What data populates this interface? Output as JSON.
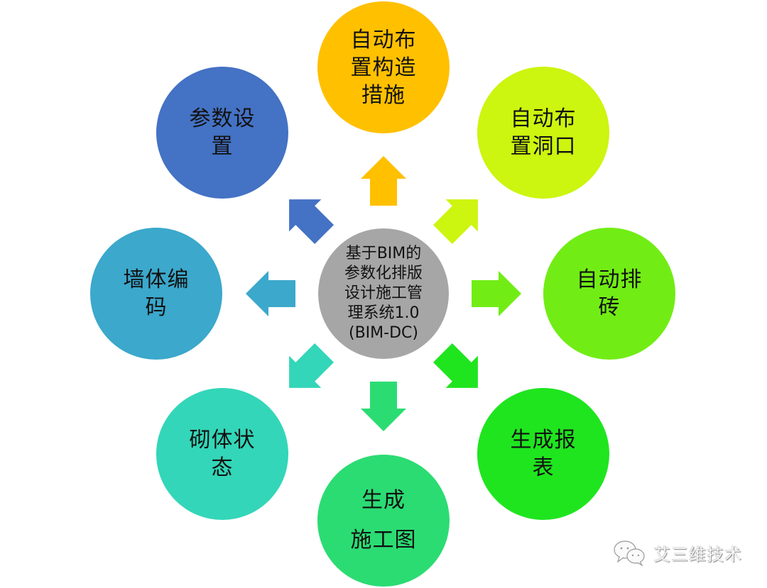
{
  "diagram": {
    "center": {
      "label": "基于BIM的\n参数化排版\n设计施工管\n理系统1.0\n(BIM-DC)",
      "color": "#a6a6a6"
    },
    "nodes": [
      {
        "id": "top",
        "label": "自动布\n置构造\n措施",
        "color": "#ffc000",
        "arrow_color": "#ffc000"
      },
      {
        "id": "top-right",
        "label": "自动布\n置洞口",
        "color": "#ccf50f",
        "arrow_color": "#ccf50f"
      },
      {
        "id": "right",
        "label": "自动排\n砖",
        "color": "#71ed15",
        "arrow_color": "#71ed15"
      },
      {
        "id": "bottom-right",
        "label": "生成报\n表",
        "color": "#1fe51f",
        "arrow_color": "#1fe51f"
      },
      {
        "id": "bottom",
        "label": "生成\n施工图",
        "color": "#2bdc73",
        "arrow_color": "#2bdc73"
      },
      {
        "id": "bottom-left",
        "label": "砌体状\n态",
        "color": "#33d6b8",
        "arrow_color": "#33d6b8"
      },
      {
        "id": "left",
        "label": "墙体编\n码",
        "color": "#3ba8cc",
        "arrow_color": "#3ba8cc"
      },
      {
        "id": "top-left",
        "label": "参数设\n置",
        "color": "#4472c4",
        "arrow_color": "#4472c4"
      }
    ]
  },
  "watermark": {
    "icon": "wechat-icon",
    "text": "艾三维技术"
  }
}
